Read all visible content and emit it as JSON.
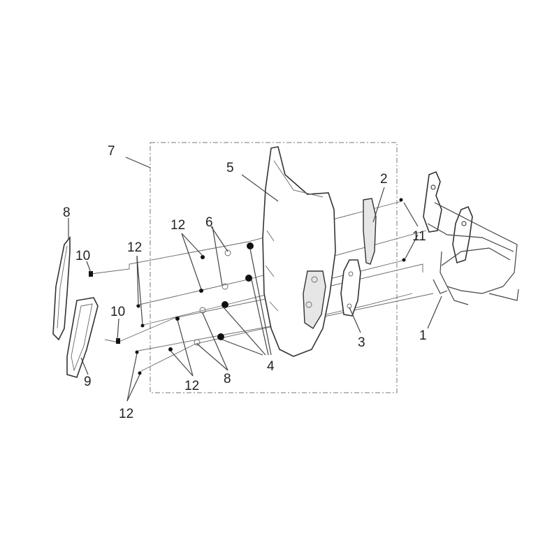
{
  "diagram": {
    "callouts": {
      "c1": "1",
      "c2": "2",
      "c3": "3",
      "c4": "4",
      "c5": "5",
      "c6": "6",
      "c7": "7",
      "c8a": "8",
      "c8b": "8",
      "c9": "9",
      "c10a": "10",
      "c10b": "10",
      "c11": "11",
      "c12a": "12",
      "c12b": "12",
      "c12c": "12",
      "c12d": "12"
    }
  }
}
